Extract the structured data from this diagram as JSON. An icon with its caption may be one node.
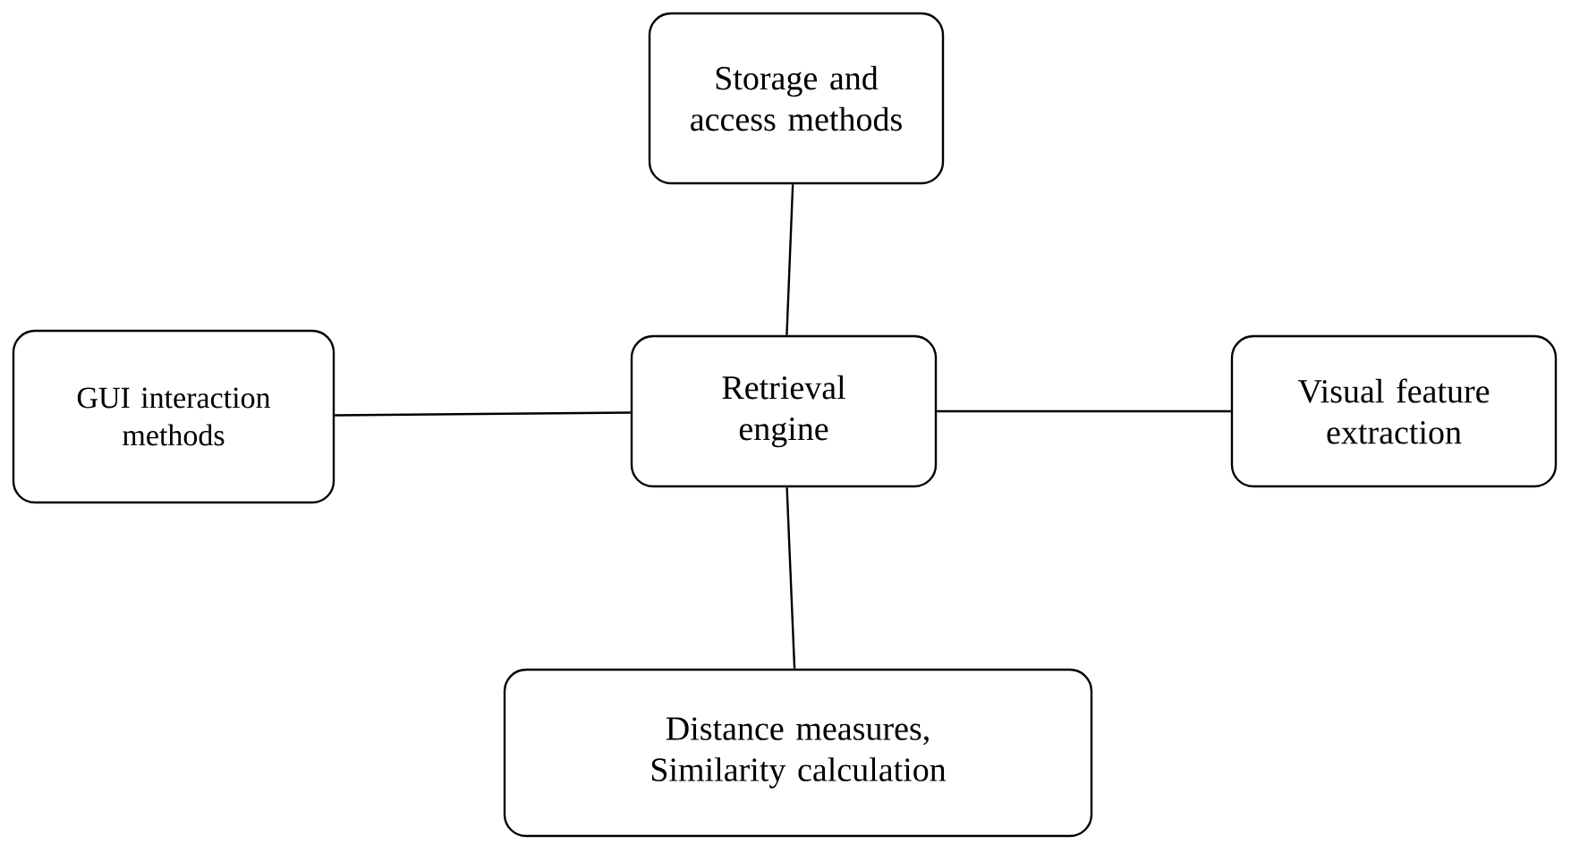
{
  "diagram": {
    "nodes": [
      {
        "text": [
          "Storage and access methods"
        ]
      },
      {
        "text": [
          "GUI interaction methods"
        ]
      },
      {
        "text": [
          "Retrieval engine"
        ]
      },
      {
        "text": [
          "Visual feature extraction"
        ]
      },
      {
        "text": [
          "Distance measures, Similarity calculation"
        ]
      }
    ],
    "edges": [
      {
        "from": 0,
        "to": 2,
        "arrow": "none"
      },
      {
        "from": 1,
        "to": 2,
        "arrow": "none"
      },
      {
        "from": 2,
        "to": 3,
        "arrow": "none"
      },
      {
        "from": 2,
        "to": 4,
        "arrow": "none"
      }
    ]
  }
}
